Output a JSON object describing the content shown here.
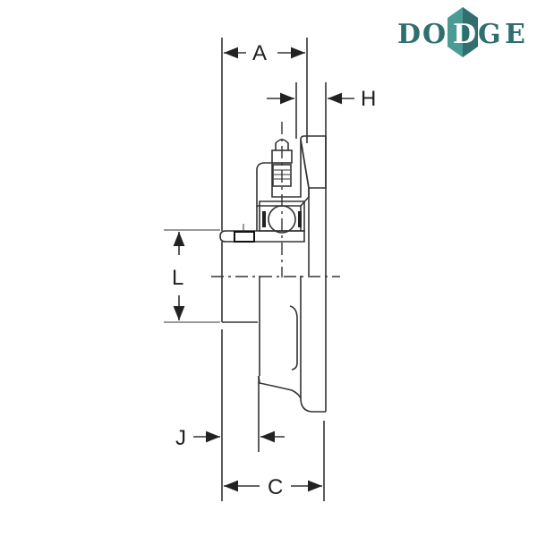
{
  "brand": {
    "name": "DODGE",
    "letters": [
      "D",
      "O",
      "D",
      "G",
      "E"
    ],
    "color": "#2f6f6d",
    "diamond_color_light": "#4a9a96",
    "diamond_color_dark": "#2f6f6d"
  },
  "drawing": {
    "type": "flange bearing side section view",
    "dimension_labels": {
      "A": "A",
      "H": "H",
      "L": "L",
      "J": "J",
      "C": "C"
    }
  }
}
